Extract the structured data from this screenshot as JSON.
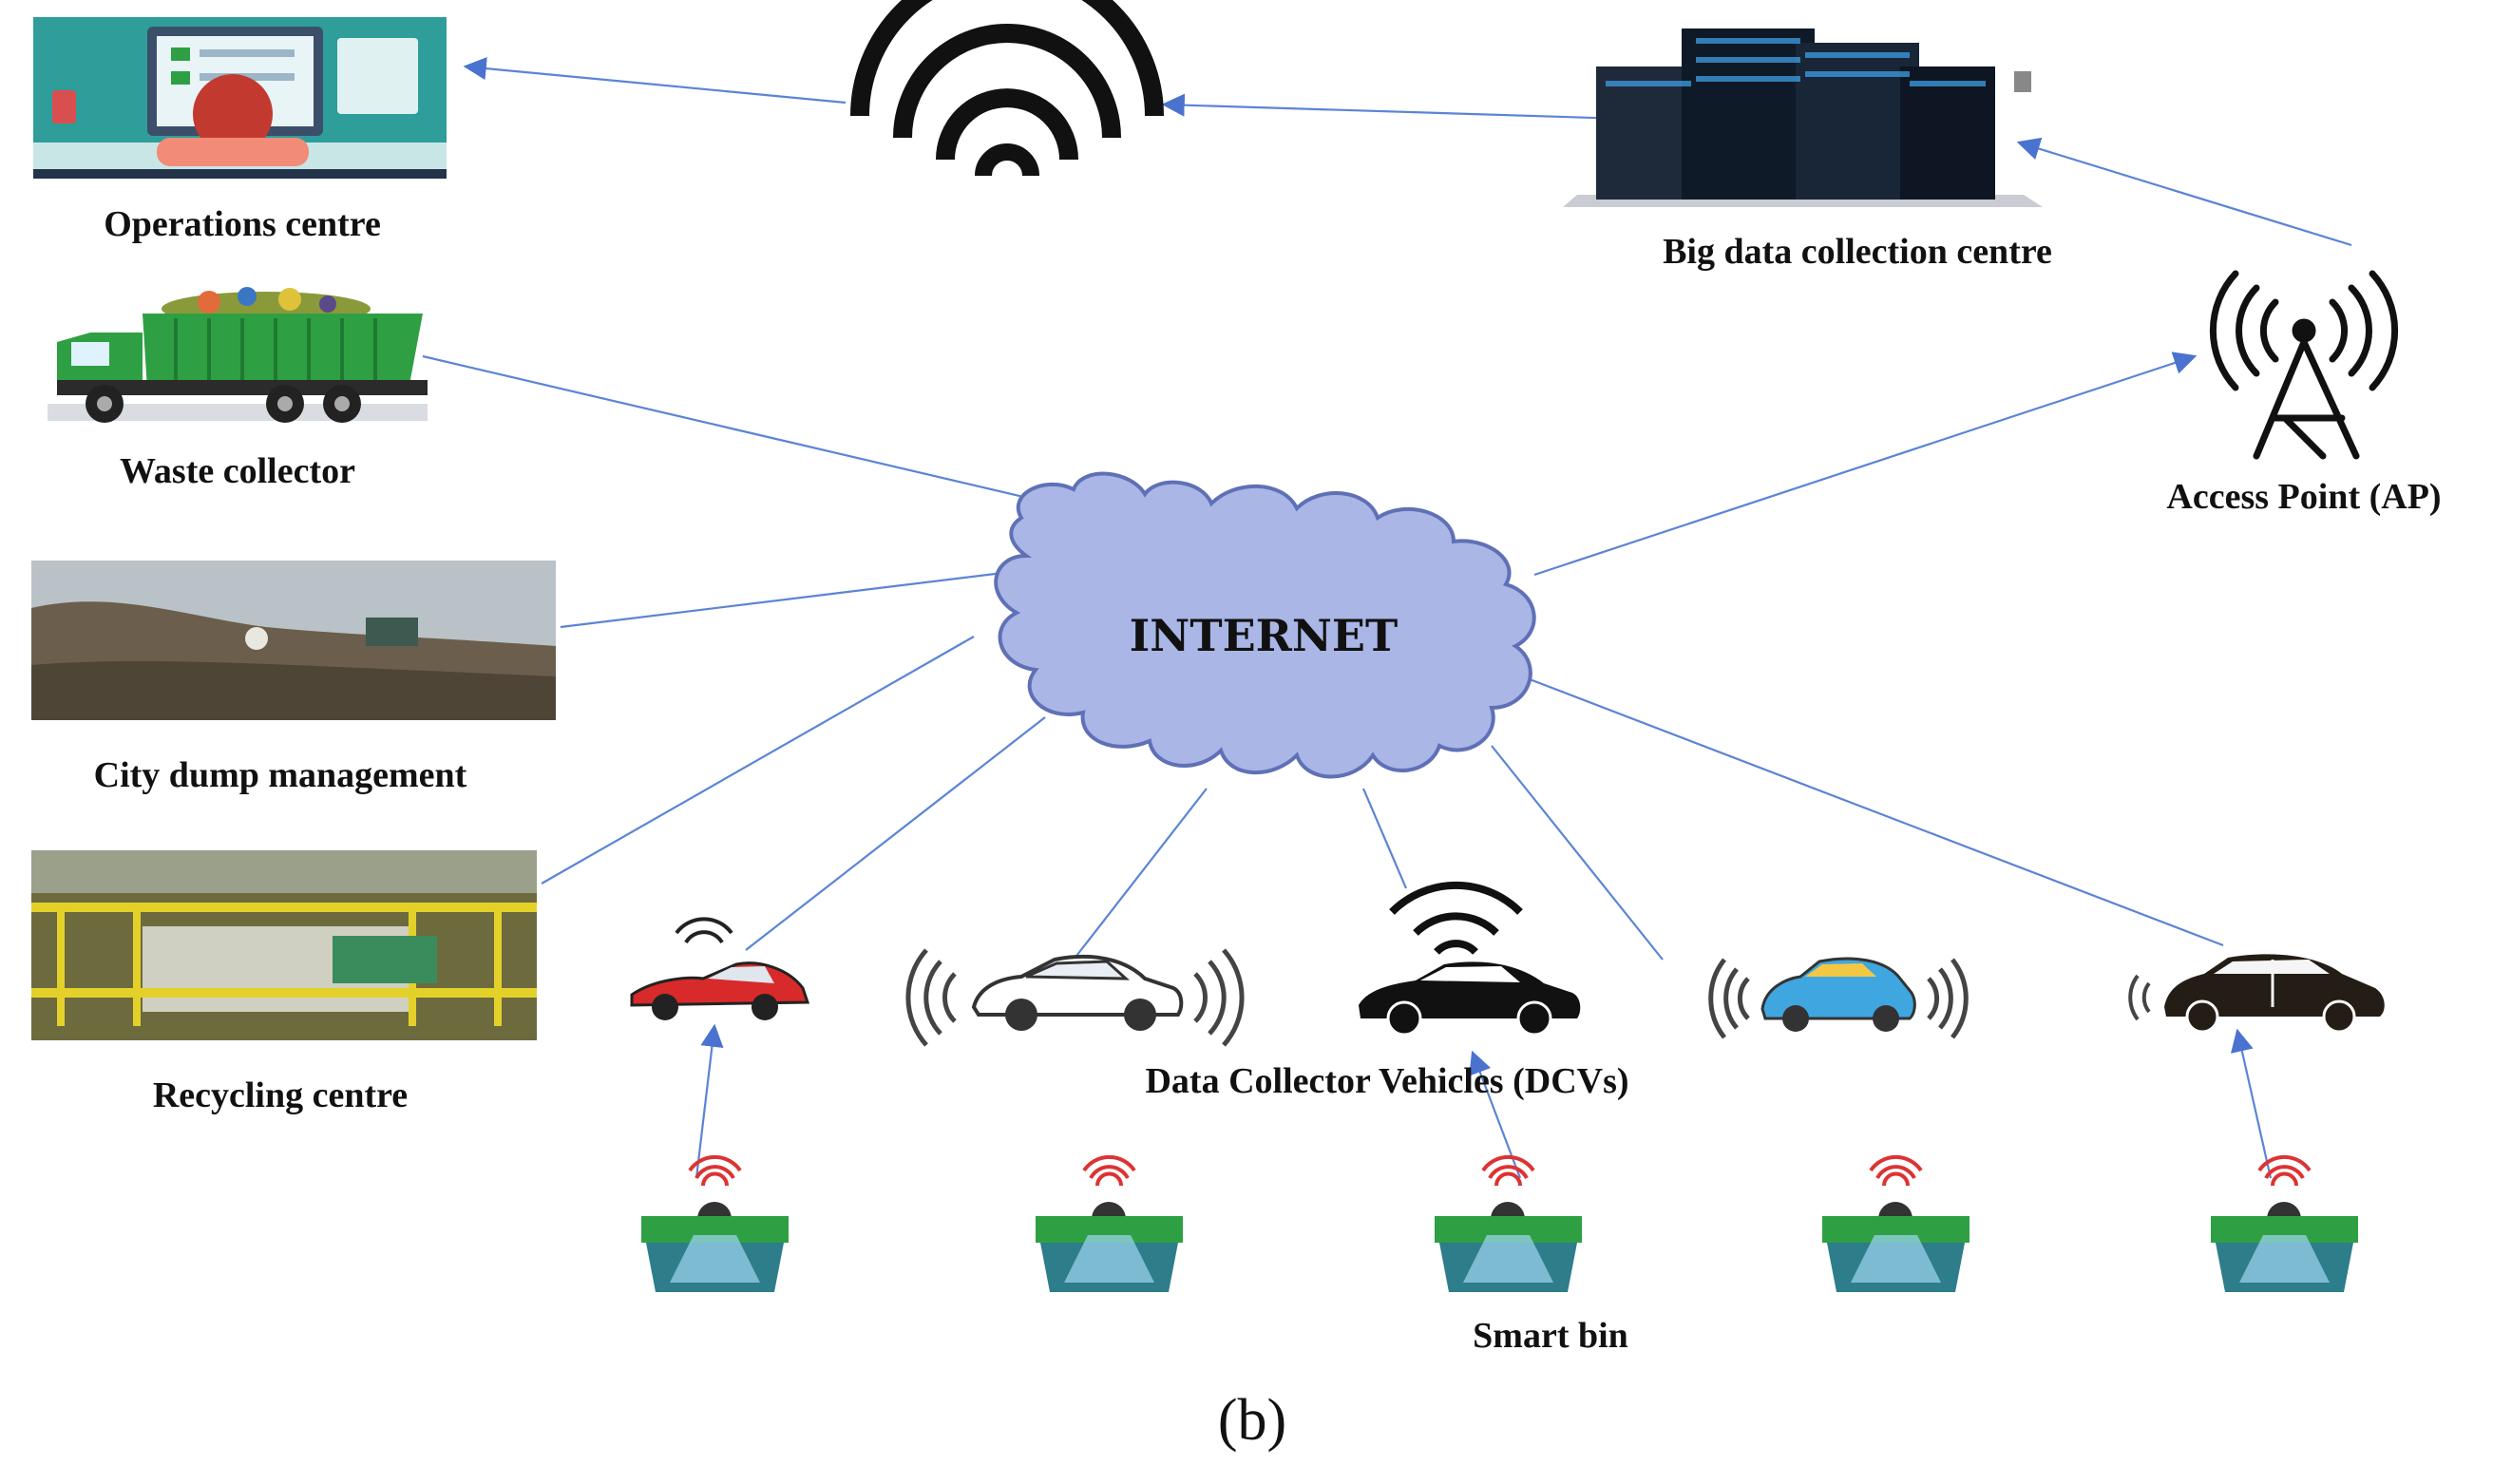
{
  "figure_label": "(b)",
  "center": {
    "label": "INTERNET"
  },
  "nodes": {
    "operations": "Operations centre",
    "waste": "Waste collector",
    "dump": "City dump management",
    "recycling": "Recycling centre",
    "bigdata": "Big data collection centre",
    "ap": "Access Point (AP)"
  },
  "vehicles_label": "Data Collector Vehicles (DCVs)",
  "bins_label": "Smart bin",
  "colors": {
    "connector": "#5b84d6",
    "cloud_fill": "#a9b6e6",
    "cloud_stroke": "#5f70b6",
    "bin_green": "#2ea043"
  }
}
